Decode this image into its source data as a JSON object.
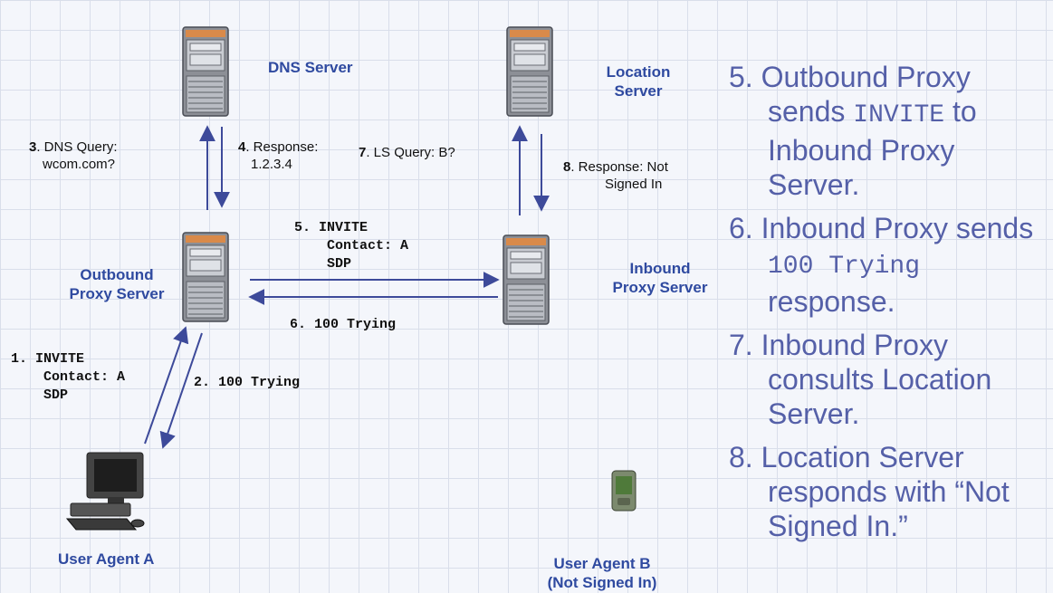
{
  "nodes": {
    "dns_server": "DNS Server",
    "location_server": [
      "Location",
      "Server"
    ],
    "outbound_proxy": [
      "Outbound",
      "Proxy Server"
    ],
    "inbound_proxy": [
      "Inbound",
      "Proxy Server"
    ],
    "user_agent_a": "User Agent A",
    "user_agent_b": [
      "User Agent B",
      "(Not Signed In)"
    ]
  },
  "messages": {
    "m1": {
      "num": "1.",
      "lines": [
        "INVITE",
        "Contact: A",
        "SDP"
      ]
    },
    "m2": "2. 100 Trying",
    "m3": {
      "num": "3",
      "text": ". DNS Query:",
      "line2": "wcom.com?"
    },
    "m4": {
      "num": "4",
      "text": ". Response:",
      "line2": "1.2.3.4"
    },
    "m5": {
      "num": "5.",
      "lines": [
        "INVITE",
        "Contact: A",
        "SDP"
      ]
    },
    "m6": "6. 100 Trying",
    "m7": {
      "num": "7",
      "text": ". LS Query:  B?"
    },
    "m8": {
      "num": "8",
      "text": ". Response:  Not",
      "line2": "Signed In"
    }
  },
  "steps": {
    "s5": {
      "a": "5. Outbound Proxy sends ",
      "code": "INVITE",
      "b": " to Inbound Proxy Server."
    },
    "s6": {
      "a": "6. Inbound Proxy sends ",
      "code": "100 Trying",
      "b": " response."
    },
    "s7": "7. Inbound Proxy consults Location Server.",
    "s8": "8. Location Server responds with “Not Signed In.”"
  }
}
